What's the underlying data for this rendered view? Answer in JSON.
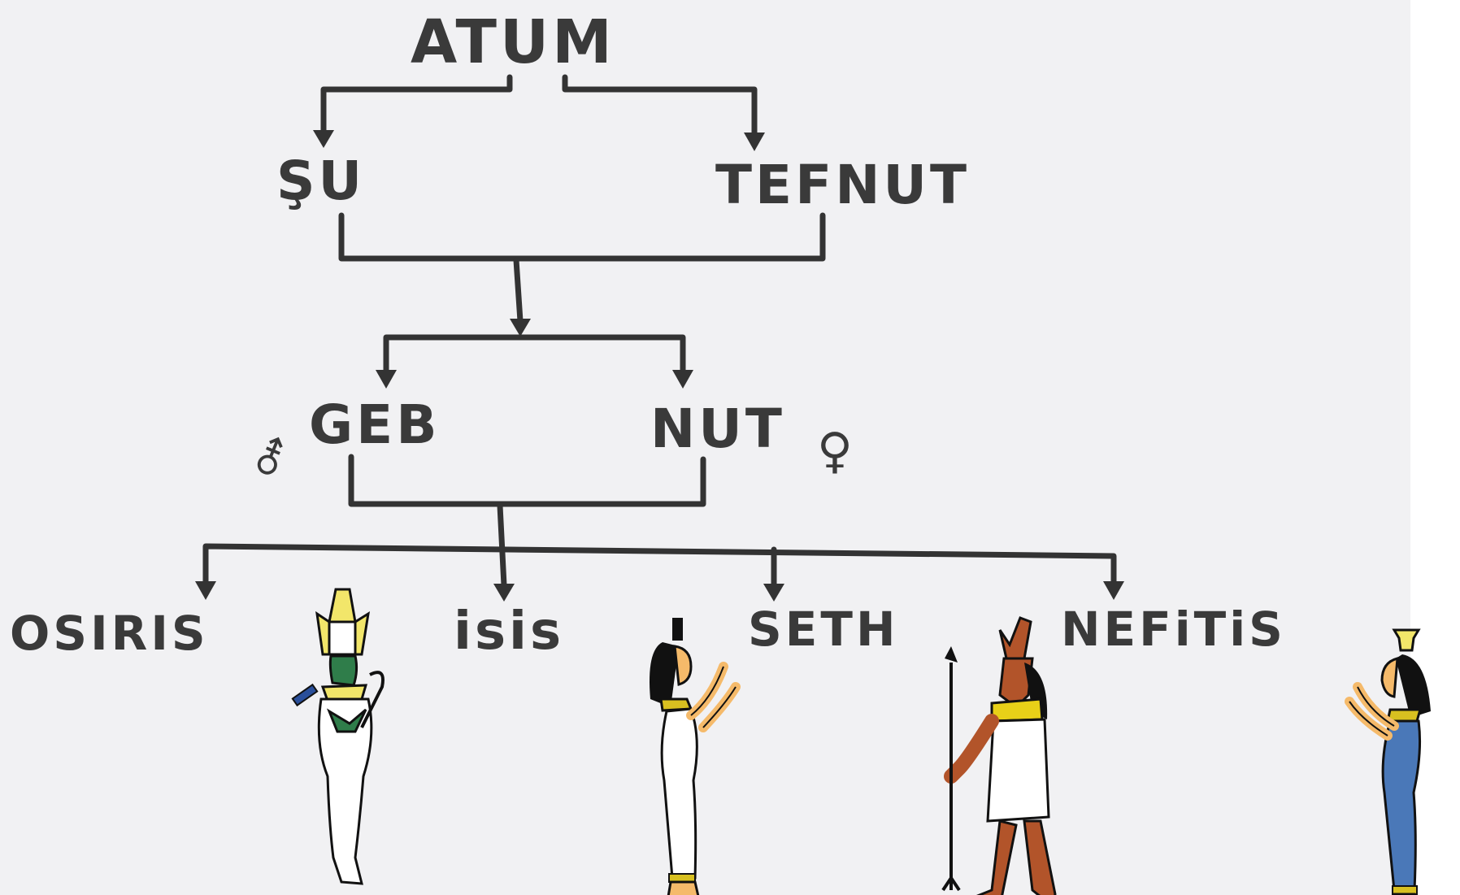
{
  "tree": {
    "root": {
      "label": "ATUM"
    },
    "gen1": [
      {
        "label": "ŞU"
      },
      {
        "label": "TEFNUT"
      }
    ],
    "gen2": [
      {
        "label": "GEB"
      },
      {
        "label": "NUT"
      }
    ],
    "gen3": [
      {
        "label": "OSIRIS"
      },
      {
        "label": "isis"
      },
      {
        "label": "SETH"
      },
      {
        "label": "NEFiTiS"
      }
    ]
  },
  "symbols": {
    "geb_symbol": "⚦",
    "nut_symbol": "♀"
  },
  "figures": [
    {
      "icon": "osiris-figure-icon"
    },
    {
      "icon": "isis-figure-icon"
    },
    {
      "icon": "seth-figure-icon"
    },
    {
      "icon": "nephthys-figure-icon"
    }
  ],
  "colors": {
    "ink": "#333333",
    "skin_green": "#2f7d4a",
    "crown_yellow": "#f2e66a",
    "gold": "#d8c020",
    "seth_brown": "#b2542a",
    "dress_blue": "#4a78b8",
    "white_robe": "#ffffff",
    "hair_black": "#111111"
  }
}
